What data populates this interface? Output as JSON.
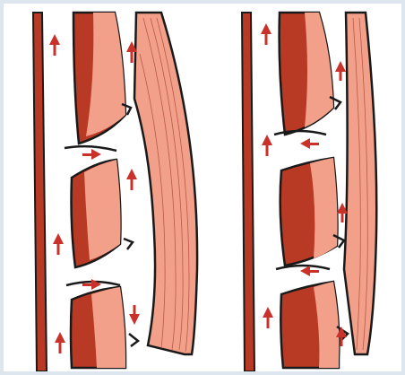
{
  "figure": {
    "panels": [
      {
        "id": "left",
        "arrows": [
          "up",
          "up",
          "up",
          "right",
          "up",
          "right",
          "down",
          "up"
        ]
      },
      {
        "id": "right",
        "arrows": [
          "up",
          "up",
          "up",
          "left",
          "up",
          "left",
          "up",
          "up"
        ]
      }
    ],
    "colors": {
      "background": "#dde6ee",
      "canvas": "#ffffff",
      "outline": "#1a1a1a",
      "muscle_dark": "#b83a24",
      "muscle_light": "#f2a08a",
      "arrow": "#c8322a"
    }
  }
}
